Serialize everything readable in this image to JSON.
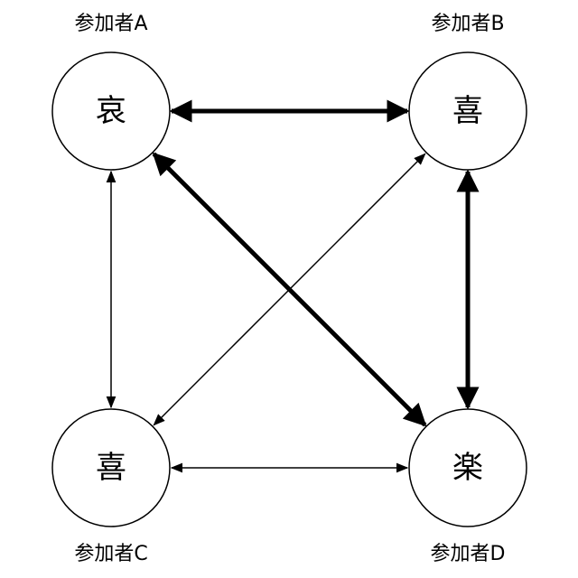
{
  "nodes": [
    {
      "id": "A",
      "label": "参加者A",
      "emotion": "哀"
    },
    {
      "id": "B",
      "label": "参加者B",
      "emotion": "喜"
    },
    {
      "id": "C",
      "label": "参加者C",
      "emotion": "喜"
    },
    {
      "id": "D",
      "label": "参加者D",
      "emotion": "楽"
    }
  ],
  "edges": [
    {
      "from": "A",
      "to": "B",
      "direction": "both",
      "weight": "thick"
    },
    {
      "from": "B",
      "to": "D",
      "direction": "both",
      "weight": "thick"
    },
    {
      "from": "A",
      "to": "D",
      "direction": "both",
      "weight": "thick"
    },
    {
      "from": "A",
      "to": "C",
      "direction": "both",
      "weight": "thin"
    },
    {
      "from": "B",
      "to": "C",
      "direction": "both",
      "weight": "thin"
    },
    {
      "from": "C",
      "to": "D",
      "direction": "both",
      "weight": "thin"
    }
  ],
  "colors": {
    "stroke": "#000000",
    "node_fill": "#ffffff",
    "background": "#ffffff"
  }
}
